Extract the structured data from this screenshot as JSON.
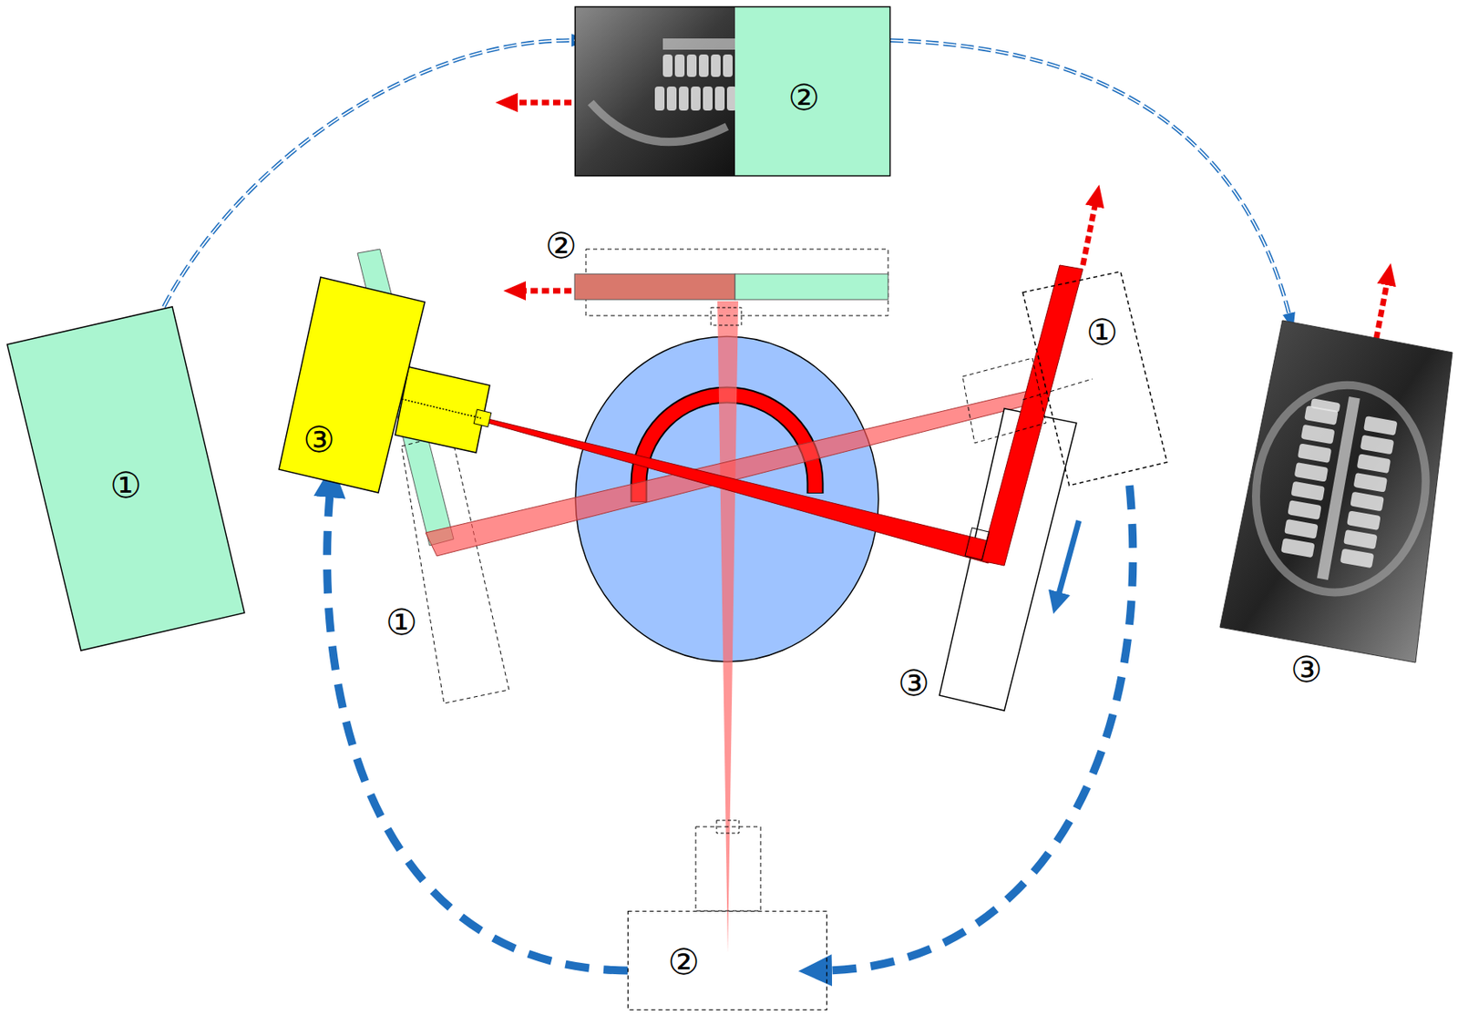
{
  "diagram": {
    "nodes": [
      {
        "text": [
          "②"
        ]
      },
      {
        "text": [
          "①"
        ]
      },
      {
        "text": [
          "③"
        ]
      },
      {
        "text": [
          "①"
        ]
      },
      {
        "text": [
          "③"
        ]
      },
      {
        "text": [
          "②"
        ]
      }
    ],
    "edges": [
      {
        "from": 1,
        "to": 0,
        "arrow": "to"
      },
      {
        "from": 0,
        "to": 4,
        "arrow": "to"
      },
      {
        "from": 3,
        "to": 5,
        "arrow": "to"
      },
      {
        "from": 5,
        "to": 2,
        "arrow": "to"
      }
    ],
    "labels": [
      "②",
      "①",
      "③"
    ]
  }
}
